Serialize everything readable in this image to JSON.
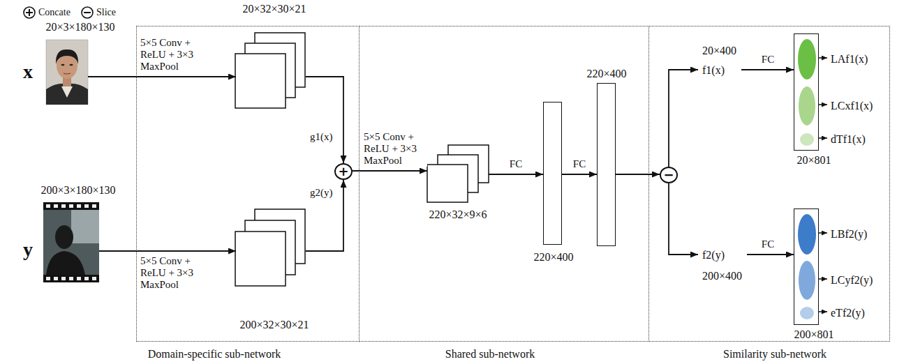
{
  "diagram": {
    "nodes": [
      {
        "text": [
          "Domain-specific sub-network"
        ]
      },
      {
        "text": [
          "Shared sub-network"
        ]
      },
      {
        "text": [
          "Similarity sub-network"
        ]
      },
      {
        "text": [
          "20×3×180×130"
        ]
      },
      {
        "text": [
          "200×3×180×130"
        ]
      },
      {
        "text": [
          "20×32×30×21"
        ],
        "in": 0
      },
      {
        "text": [
          "200×32×30×21"
        ],
        "in": 0
      },
      {
        "text": [
          "+"
        ],
        "in": 0
      },
      {
        "text": [
          "220×32×9×6"
        ],
        "in": 1
      },
      {
        "text": [
          "220×400"
        ],
        "in": 1
      },
      {
        "text": [
          "220×400"
        ],
        "in": 1
      },
      {
        "text": [
          "−"
        ],
        "in": 2
      },
      {
        "text": [
          "20×400",
          "f1(x)"
        ],
        "in": 2
      },
      {
        "text": [
          "20×801"
        ],
        "in": 2
      },
      {
        "text": [
          "LAf1(x)"
        ],
        "in": 13
      },
      {
        "text": [
          "LCxf1(x)"
        ],
        "in": 13
      },
      {
        "text": [
          "dTf1(x)"
        ],
        "in": 13
      },
      {
        "text": [
          "f2(y)",
          "200×400"
        ],
        "in": 2
      },
      {
        "text": [
          "200×801"
        ],
        "in": 2
      },
      {
        "text": [
          "LBf2(y)"
        ],
        "in": 18
      },
      {
        "text": [
          "LCyf2(y)"
        ],
        "in": 18
      },
      {
        "text": [
          "eTf2(y)"
        ],
        "in": 18
      }
    ],
    "edges": [
      {
        "from": 3,
        "to": 5,
        "label": "5×5 Conv + ReLU + 3×3 MaxPool",
        "arrow": "to"
      },
      {
        "from": 4,
        "to": 6,
        "label": "5×5 Conv + ReLU + 3×3 MaxPool",
        "arrow": "to"
      },
      {
        "from": 5,
        "to": 7,
        "label": "g1(x)",
        "arrow": "to"
      },
      {
        "from": 6,
        "to": 7,
        "label": "g2(y)",
        "arrow": "to"
      },
      {
        "from": 7,
        "to": 8,
        "label": "5×5 Conv + ReLU + 3×3 MaxPool",
        "arrow": "to"
      },
      {
        "from": 8,
        "to": 9,
        "label": "FC",
        "arrow": "to"
      },
      {
        "from": 9,
        "to": 10,
        "label": "FC",
        "arrow": "to"
      },
      {
        "from": 10,
        "to": 11,
        "arrow": "to"
      },
      {
        "from": 11,
        "to": 12,
        "arrow": "to"
      },
      {
        "from": 11,
        "to": 17,
        "arrow": "to"
      },
      {
        "from": 12,
        "to": 13,
        "label": "FC",
        "arrow": "to"
      },
      {
        "from": 17,
        "to": 18,
        "label": "FC",
        "arrow": "to"
      }
    ],
    "labels": [
      "x",
      "y"
    ],
    "legend": [
      {
        "text": "Concate"
      },
      {
        "text": "Slice"
      }
    ]
  }
}
